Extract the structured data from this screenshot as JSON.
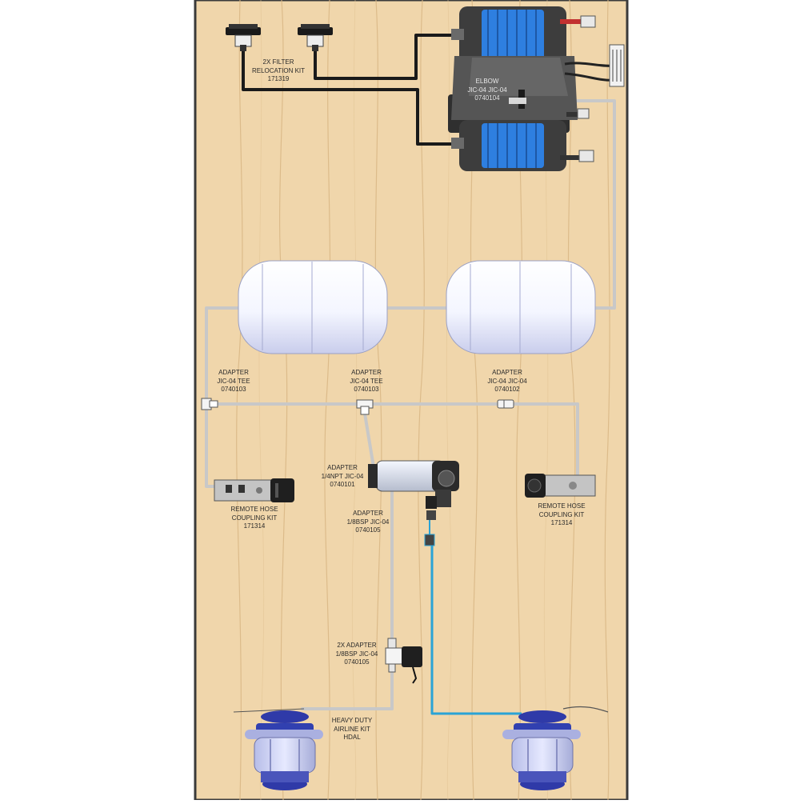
{
  "colors": {
    "board": "#f0d6ab",
    "board_edge": "#3a3a3a",
    "grain": "#d9b785",
    "air_line": "#c8c8c8",
    "black_line": "#1a1a1a",
    "blue_line": "#2aa3d6",
    "compressor_blue": "#2e7fe0",
    "compressor_body": "#3d3d3d",
    "tank": "#eef1ff"
  },
  "labels": {
    "filter_kit": [
      "2X FILTER",
      "RELOCATION KIT",
      "171319"
    ],
    "elbow": [
      "ELBOW",
      "JIC-04 JIC-04",
      "0740104"
    ],
    "adapter_tee_left": [
      "ADAPTER",
      "JIC-04 TEE",
      "0740103"
    ],
    "adapter_tee_mid": [
      "ADAPTER",
      "JIC-04 TEE",
      "0740103"
    ],
    "adapter_right": [
      "ADAPTER",
      "JIC-04 JIC-04",
      "0740102"
    ],
    "adapter_npt": [
      "ADAPTER",
      "1/4NPT JIC-04",
      "0740101"
    ],
    "adapter_bsp": [
      "ADAPTER",
      "1/8BSP JIC-04",
      "0740105"
    ],
    "hose_left": [
      "REMOTE HOSE",
      "COUPLING KIT",
      "171314"
    ],
    "hose_right": [
      "REMOTE HOSE",
      "COUPLING KIT",
      "171314"
    ],
    "adapter_2x": [
      "2X ADAPTER",
      "1/8BSP JIC-04",
      "0740105"
    ],
    "airline_kit": [
      "HEAVY DUTY",
      "AIRLINE KIT",
      "HDAL"
    ]
  },
  "icons": {
    "compressor": "twin-air-compressor-icon",
    "tank": "air-tank-icon",
    "filter": "filter-icon",
    "coupling": "hose-coupling-icon",
    "solenoid": "solenoid-valve-icon",
    "pressure_switch": "pressure-switch-icon",
    "locker": "diff-locker-icon"
  }
}
